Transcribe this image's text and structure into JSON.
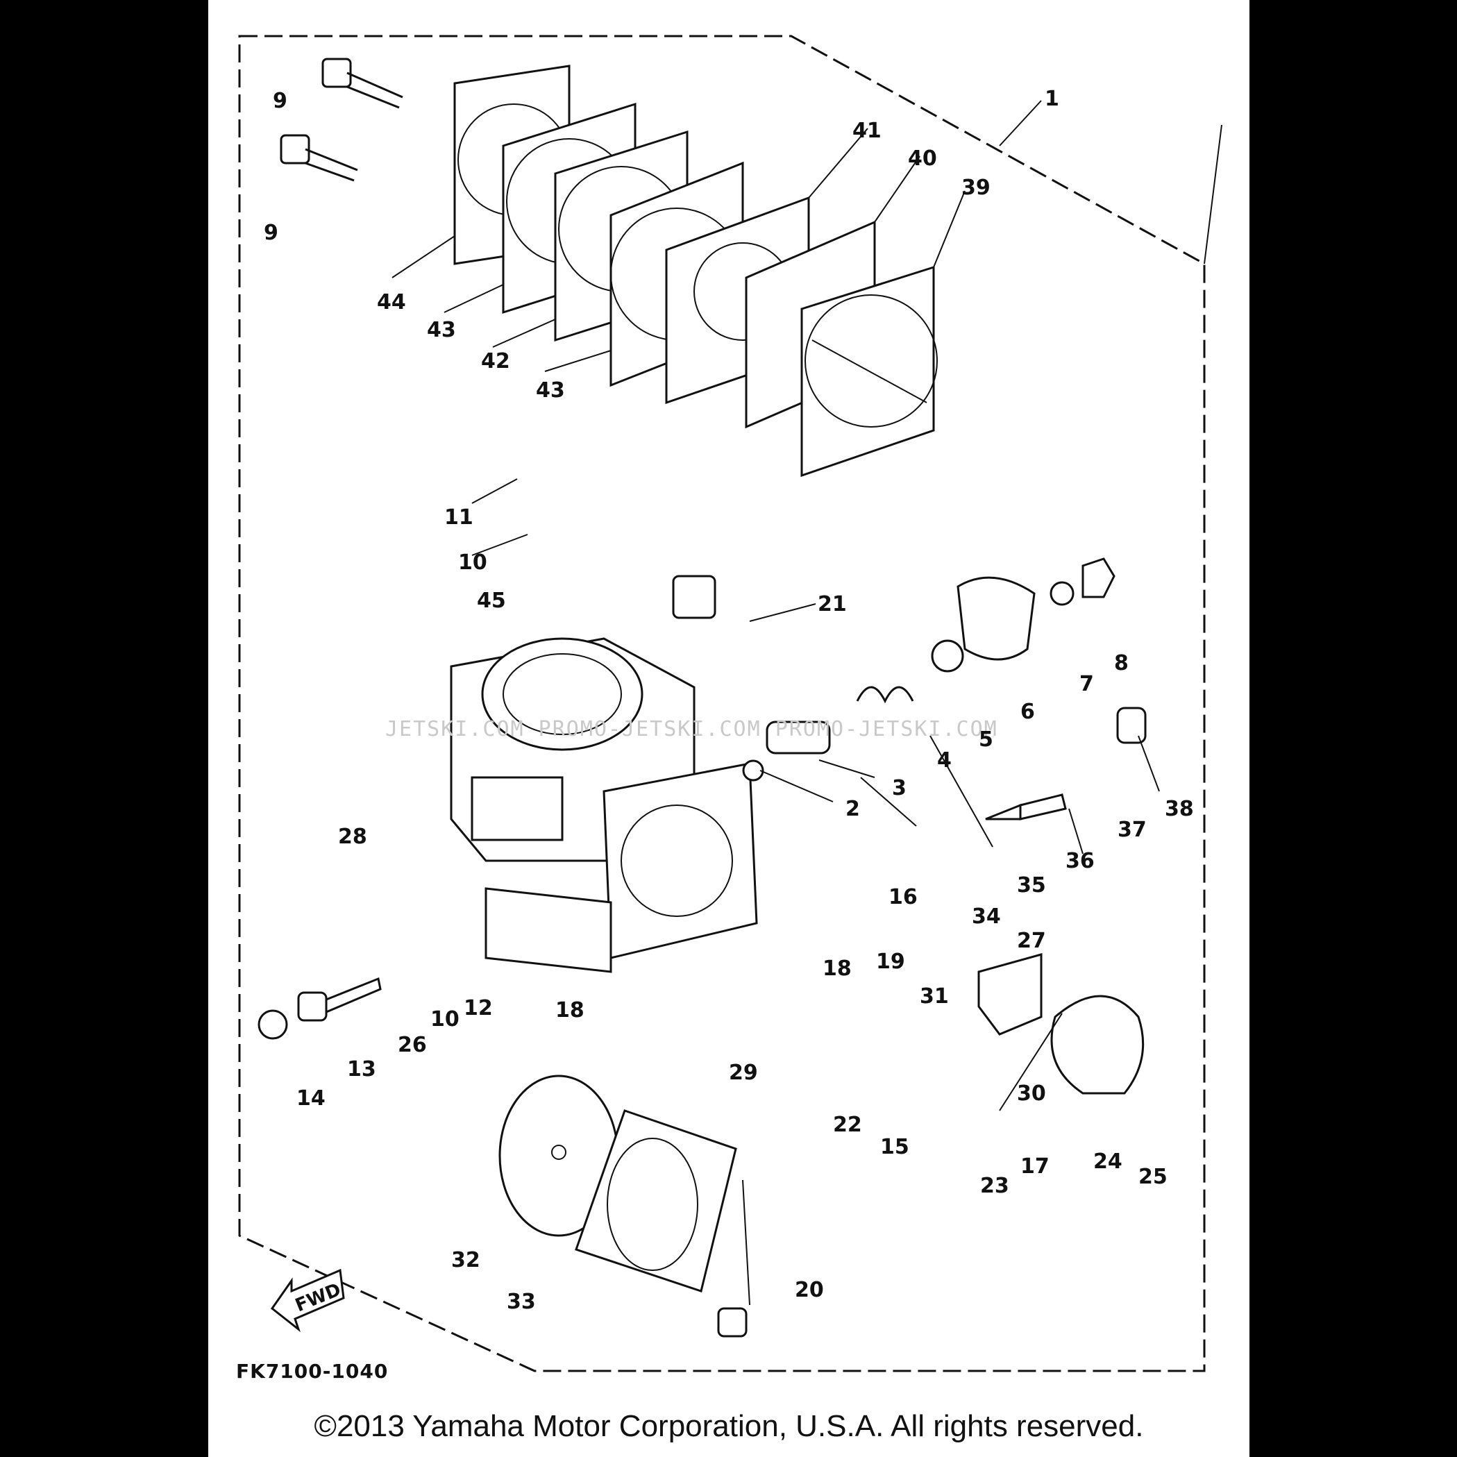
{
  "diagram": {
    "drawing_code": "FK7100-1040",
    "copyright": "©2013 Yamaha Motor Corporation, U.S.A. All rights reserved.",
    "watermark": "JETSKI.COM PROMO-JETSKI.COM PROMO-JETSKI.COM",
    "direction_badge": "FWD",
    "callouts": [
      "1",
      "9",
      "9",
      "44",
      "43",
      "42",
      "43",
      "41",
      "40",
      "39",
      "11",
      "10",
      "45",
      "21",
      "8",
      "7",
      "6",
      "5",
      "4",
      "3",
      "2",
      "28",
      "38",
      "37",
      "36",
      "35",
      "34",
      "16",
      "27",
      "19",
      "18",
      "12",
      "10",
      "26",
      "13",
      "14",
      "18",
      "31",
      "30",
      "29",
      "22",
      "15",
      "17",
      "23",
      "24",
      "25",
      "32",
      "33",
      "20"
    ]
  }
}
